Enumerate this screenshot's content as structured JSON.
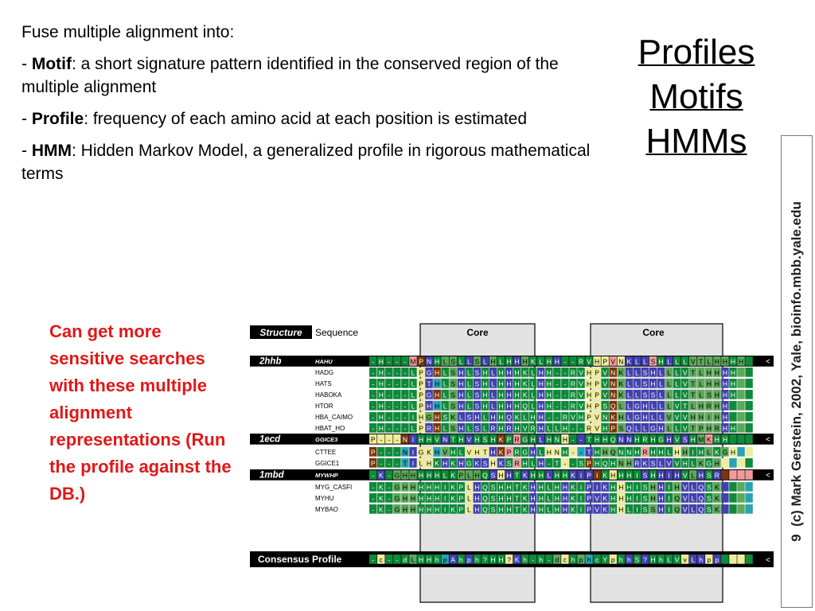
{
  "bullets": {
    "intro": "Fuse multiple alignment into:",
    "motif_term": "Motif",
    "motif_text": ": a short  signature pattern identified in the  conserved region of the multiple alignment",
    "profile_term": "Profile",
    "profile_text": ": frequency of each amino acid at each position is estimated",
    "hmm_term": "HMM",
    "hmm_text": ": Hidden Markov Model, a generalized profile in rigorous mathematical terms"
  },
  "titles": [
    "Profiles",
    "Motifs",
    "HMMs"
  ],
  "note": "Can get more sensitive searches with these multiple alignment representations (Run the profile against the DB.)",
  "sidebar": {
    "page_number": "9",
    "credit": "(c) Mark Gerstein, 2002, Yale, bioinfo.mbb.yale.edu"
  },
  "figure": {
    "header": {
      "structure": "Structure",
      "sequence": "Sequence",
      "core1": "Core",
      "core2": "Core"
    },
    "colors": {
      "A": "#4141ae",
      "H": "#0f8a3a",
      "L": "#5da85a",
      "C": "#27a3b4",
      "Y": "#f0ec9a",
      "P": "#7a3608",
      "G": "#f09a9a",
      "X": "#ffffff"
    },
    "rows": [
      {
        "kind": "struct",
        "label": "2hhb",
        "name": "HAHU",
        "cells": "-H---MPNHLSLLSLHLHHHKLHH--RVHPVNKLLSHLLLVTLHHHH",
        "codes": "HHHHHGPAHLLHALALHHALHHHAHHHHYYGYAAAGHAHHLLLLLHLHHHH",
        "end": "<"
      },
      {
        "kind": "seq",
        "name": "HADG",
        "cells": "-H---LPGHLSHLSHLHHHKLHH--RVHPVNKLLSHLLLVTLHHHH",
        "codes": "HHHHHHYAPHLAHAHAHAHHHAHHHHHYYHPLAAAAALHHLLLLAHLHAHH"
      },
      {
        "kind": "seq",
        "name": "HATS",
        "cells": "-H---LPTHLSHLSHLHHHKLHH--RVHPVNKLLSHLLLVTLHHHH",
        "codes": "HHHHHHYACHLAHAHAHAHHHAHHHHHYYHPLAAAAALHHLLLLAHLHAHH"
      },
      {
        "kind": "seq",
        "name": "HABOKA",
        "cells": "-H---LPGHLSHLSHLHHHKLHH--RVHPVNKLLSSLLLVTLSHHH",
        "codes": "HHHHHHYAPHLAHAHAHAHHHAHHHHHYYHPLAAAAALHHLLLLAHLHAHH"
      },
      {
        "kind": "seq",
        "name": "HTOR",
        "cells": "-H---LPHHLSHLSHLHHHQLHH--RVHPSQLLGHLLLVTLHRHH",
        "codes": "HHHHHHYACHLAHAHAHAHHHAHHHHHYYHPLAAAAALHHLLLLAHLHAHH"
      },
      {
        "kind": "seq",
        "name": "HBA_CAIMO",
        "cells": "-H---IHGHSKLSHLHHQKLHH--RVHPVNKHLGHLLVVVHHIHH",
        "codes": "HHHHHHYLPHLAAAHAHAHHHAHHHHHYYHPLAAAAALHHLLLLAHLHAHH"
      },
      {
        "kind": "seq",
        "name": "HBAT_HO",
        "cells": "-H---LPRHLSHLSLRHRHVRHLLH--RVHPSQLLGHLLVTPHRHH",
        "codes": "HHHHHHYAPHLAHAHAHAHHHAHHHHHYYHPLAAAAALHHLLLLAHLHAHH"
      },
      {
        "kind": "struct",
        "label": "1ecd",
        "name": "GGICE3",
        "cells": "P---NIHHVNTHVHSHKPRGHLHNH--THHQNNHRHGHVSHMKHH",
        "codes": "YYYYPAHHHAHHAHHHPHGHHAHHYHAHHHHAAHHHHAHAHLGHHHHHH",
        "end": "<"
      },
      {
        "kind": "seq",
        "name": "CTTEE",
        "cells": "P---NIGKHVHLVHTHKPRGHLHNH--THHQNNHRHHLHHIHLKGH",
        "codes": "PHHHCAYYCLHHYYYAPGHHAHYYHYCAHLLHHHGHHHYLHHLHLYCYHL"
      },
      {
        "kind": "seq",
        "name": "GGICE1",
        "cells": "P---TILHKHKHGKSHKSRHLH-T--SPHQHNHRKSLVVHLKGH",
        "codes": "PHHHCAYYHAHAHAAYAHGHHAHHYHHPHHHLLAAAAAHHHLHLYCYHL"
      },
      {
        "kind": "struct",
        "label": "1mbd",
        "name": "MYWHP",
        "cells": "-K-GHHHHHLKPLHQSHHTKHHLHHKIPIKHHHISHHIHVLHSR",
        "codes": "HAHLLLHHHHHLLLHAYAHAHHAHHAAAPHYHHHAHAAAHLAHAPGGGH",
        "end": "<"
      },
      {
        "kind": "seq",
        "name": "MYG_CASFI",
        "cells": "-K-GHHHHHIKPLHQSHHTKHHLHHKIPIKHHHISHHIHVLQSK",
        "codes": "HHHLLLHHHHHHYAHHHHHHAHHHAHHAAAHYHHHLAHLAAAHLAHLCHH"
      },
      {
        "kind": "seq",
        "name": "MYHU",
        "cells": "-K-GHHHHHIKPLHQSHHTKHHLHHKIPVKHHHISHHIQVLQSK",
        "codes": "HHHLLLHHHHHHYAHHHHHHAHHHAHHAAAHYHHHLAHLAAAHLAHLCHH"
      },
      {
        "kind": "seq",
        "name": "MYBAO",
        "cells": "-K-GHHHHHIKPLHQSHHTKHHLHHKIPVKHHLISSHIQVLQSK",
        "codes": "HHHLLLHHHHHHYAHHHHHHAHHHAHHAAAHYHHHLAHLAAAHLAHLCHH"
      }
    ],
    "consensus": {
      "label": "Consensus Profile",
      "cells": "-c--dLHHhpAhph?HH?Kh-h-dchphcYphhS?HhLVvLhpp",
      "codes": "HYHHHLHHHCAHAHHHHYAHHHHLYHLCHHYHAHAHHHHYAAYAHYYHHH",
      "end": "<"
    }
  }
}
